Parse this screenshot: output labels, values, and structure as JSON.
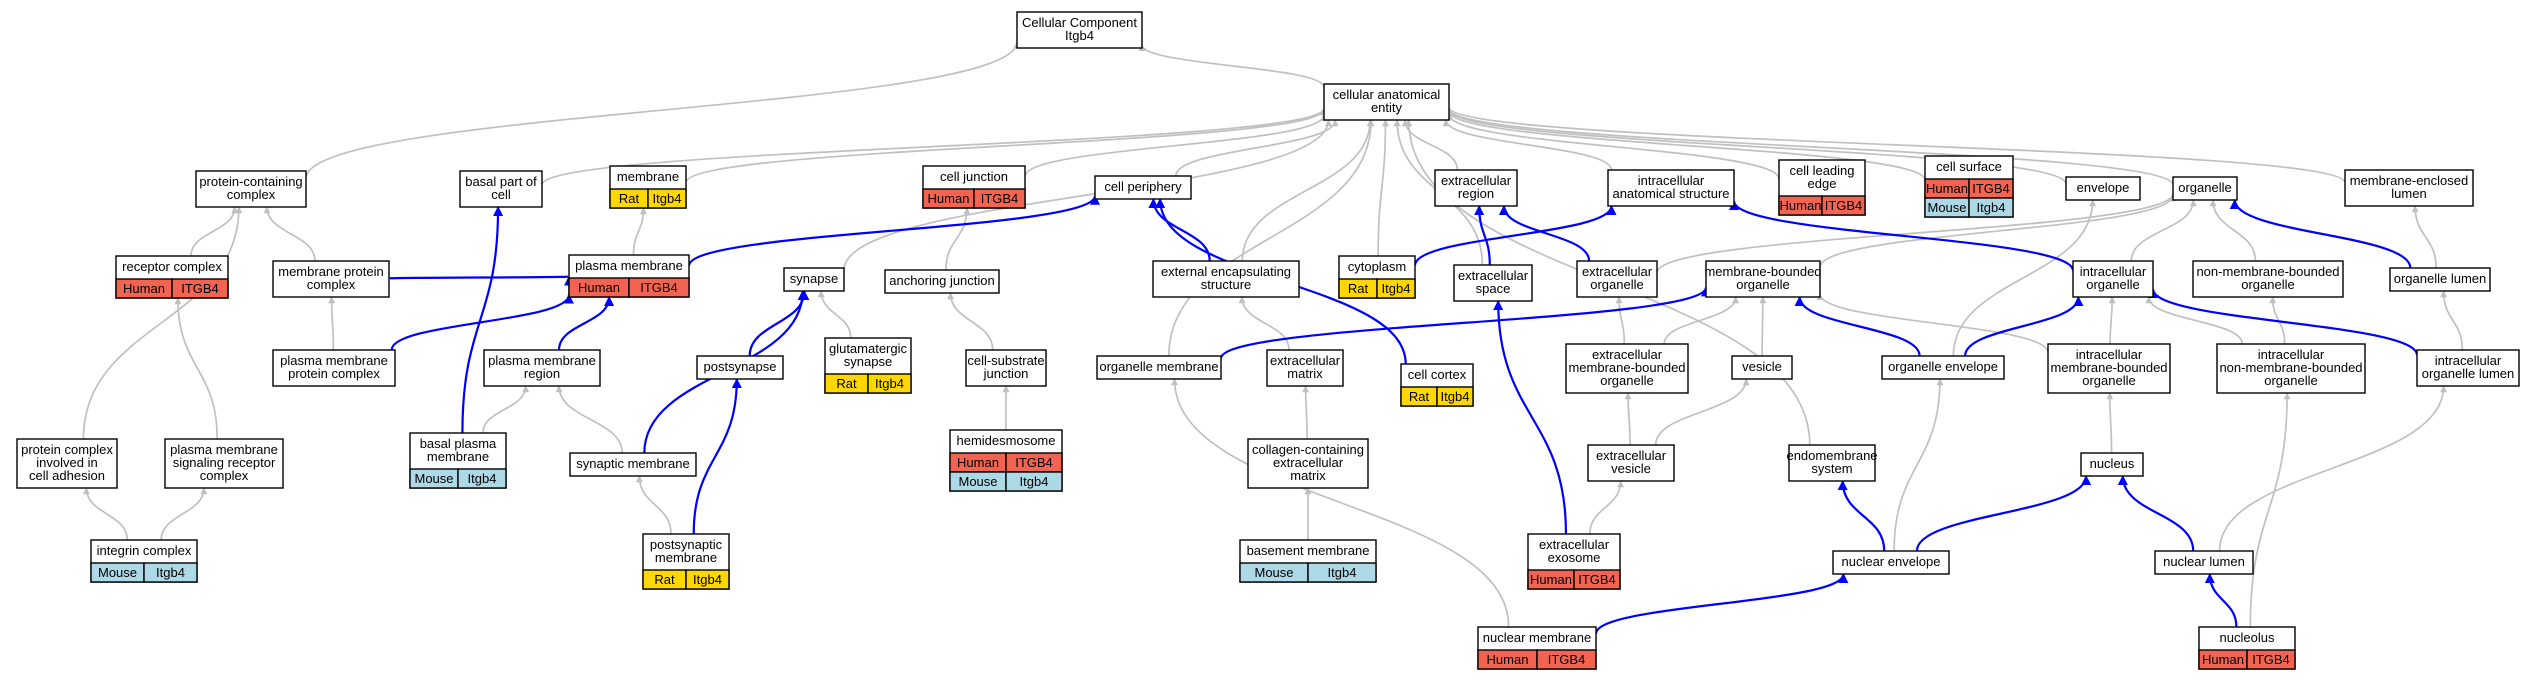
{
  "colors": {
    "Human": "#f26451",
    "Rat": "#ffd700",
    "Mouse": "#add8e6",
    "edge_gray": "#c0c0c0",
    "edge_blue": "#0000ff"
  },
  "nodes": [
    {
      "id": "root",
      "lines": [
        "Cellular Component",
        "Itgb4"
      ],
      "species": []
    },
    {
      "id": "cae",
      "lines": [
        "cellular anatomical",
        "entity"
      ],
      "species": []
    },
    {
      "id": "pcc",
      "lines": [
        "protein-containing",
        "complex"
      ],
      "species": []
    },
    {
      "id": "bpc",
      "lines": [
        "basal part of",
        "cell"
      ],
      "species": []
    },
    {
      "id": "mem",
      "lines": [
        "membrane"
      ],
      "species": [
        {
          "s": "Rat",
          "g": "Itgb4"
        }
      ]
    },
    {
      "id": "cj",
      "lines": [
        "cell junction"
      ],
      "species": [
        {
          "s": "Human",
          "g": "ITGB4"
        }
      ]
    },
    {
      "id": "cp",
      "lines": [
        "cell periphery"
      ],
      "species": []
    },
    {
      "id": "er",
      "lines": [
        "extracellular",
        "region"
      ],
      "species": []
    },
    {
      "id": "ias",
      "lines": [
        "intracellular",
        "anatomical structure"
      ],
      "species": []
    },
    {
      "id": "cle",
      "lines": [
        "cell leading",
        "edge"
      ],
      "species": [
        {
          "s": "Human",
          "g": "ITGB4"
        }
      ]
    },
    {
      "id": "cs",
      "lines": [
        "cell surface"
      ],
      "species": [
        {
          "s": "Human",
          "g": "ITGB4"
        },
        {
          "s": "Mouse",
          "g": "Itgb4"
        }
      ]
    },
    {
      "id": "env",
      "lines": [
        "envelope"
      ],
      "species": []
    },
    {
      "id": "org",
      "lines": [
        "organelle"
      ],
      "species": []
    },
    {
      "id": "mel",
      "lines": [
        "membrane-enclosed",
        "lumen"
      ],
      "species": []
    },
    {
      "id": "rc",
      "lines": [
        "receptor complex"
      ],
      "species": [
        {
          "s": "Human",
          "g": "ITGB4"
        }
      ]
    },
    {
      "id": "mpc",
      "lines": [
        "membrane protein",
        "complex"
      ],
      "species": []
    },
    {
      "id": "pm",
      "lines": [
        "plasma membrane"
      ],
      "species": [
        {
          "s": "Human",
          "g": "ITGB4"
        }
      ]
    },
    {
      "id": "syn",
      "lines": [
        "synapse"
      ],
      "species": []
    },
    {
      "id": "aj",
      "lines": [
        "anchoring junction"
      ],
      "species": []
    },
    {
      "id": "ees",
      "lines": [
        "external encapsulating",
        "structure"
      ],
      "species": []
    },
    {
      "id": "cyt",
      "lines": [
        "cytoplasm"
      ],
      "species": [
        {
          "s": "Rat",
          "g": "Itgb4"
        }
      ]
    },
    {
      "id": "es",
      "lines": [
        "extracellular",
        "space"
      ],
      "species": []
    },
    {
      "id": "eo",
      "lines": [
        "extracellular",
        "organelle"
      ],
      "species": []
    },
    {
      "id": "mbo",
      "lines": [
        "membrane-bounded",
        "organelle"
      ],
      "species": []
    },
    {
      "id": "io",
      "lines": [
        "intracellular",
        "organelle"
      ],
      "species": []
    },
    {
      "id": "nmbo",
      "lines": [
        "non-membrane-bounded",
        "organelle"
      ],
      "species": []
    },
    {
      "id": "ol",
      "lines": [
        "organelle lumen"
      ],
      "species": []
    },
    {
      "id": "pmpc",
      "lines": [
        "plasma membrane",
        "protein complex"
      ],
      "species": []
    },
    {
      "id": "pmr",
      "lines": [
        "plasma membrane",
        "region"
      ],
      "species": []
    },
    {
      "id": "ps",
      "lines": [
        "postsynapse"
      ],
      "species": []
    },
    {
      "id": "gs",
      "lines": [
        "glutamatergic",
        "synapse"
      ],
      "species": [
        {
          "s": "Rat",
          "g": "Itgb4"
        }
      ]
    },
    {
      "id": "csj",
      "lines": [
        "cell-substrate",
        "junction"
      ],
      "species": []
    },
    {
      "id": "om",
      "lines": [
        "organelle membrane"
      ],
      "species": []
    },
    {
      "id": "ecm",
      "lines": [
        "extracellular",
        "matrix"
      ],
      "species": []
    },
    {
      "id": "cc",
      "lines": [
        "cell cortex"
      ],
      "species": [
        {
          "s": "Rat",
          "g": "Itgb4"
        }
      ]
    },
    {
      "id": "embo",
      "lines": [
        "extracellular",
        "membrane-bounded",
        "organelle"
      ],
      "species": []
    },
    {
      "id": "ves",
      "lines": [
        "vesicle"
      ],
      "species": []
    },
    {
      "id": "oe",
      "lines": [
        "organelle envelope"
      ],
      "species": []
    },
    {
      "id": "imbo",
      "lines": [
        "intracellular",
        "membrane-bounded",
        "organelle"
      ],
      "species": []
    },
    {
      "id": "inmbo",
      "lines": [
        "intracellular",
        "non-membrane-bounded",
        "organelle"
      ],
      "species": []
    },
    {
      "id": "iol",
      "lines": [
        "intracellular",
        "organelle lumen"
      ],
      "species": []
    },
    {
      "id": "pcica",
      "lines": [
        "protein complex",
        "involved in",
        "cell adhesion"
      ],
      "species": []
    },
    {
      "id": "pmsrc",
      "lines": [
        "plasma membrane",
        "signaling receptor",
        "complex"
      ],
      "species": []
    },
    {
      "id": "bpm",
      "lines": [
        "basal plasma",
        "membrane"
      ],
      "species": [
        {
          "s": "Mouse",
          "g": "Itgb4"
        }
      ]
    },
    {
      "id": "sm",
      "lines": [
        "synaptic membrane"
      ],
      "species": []
    },
    {
      "id": "hd",
      "lines": [
        "hemidesmosome"
      ],
      "species": [
        {
          "s": "Human",
          "g": "ITGB4"
        },
        {
          "s": "Mouse",
          "g": "Itgb4"
        }
      ]
    },
    {
      "id": "cem",
      "lines": [
        "collagen-containing",
        "extracellular",
        "matrix"
      ],
      "species": []
    },
    {
      "id": "ev",
      "lines": [
        "extracellular",
        "vesicle"
      ],
      "species": []
    },
    {
      "id": "ems",
      "lines": [
        "endomembrane",
        "system"
      ],
      "species": []
    },
    {
      "id": "nuc",
      "lines": [
        "nucleus"
      ],
      "species": []
    },
    {
      "id": "ic",
      "lines": [
        "integrin complex"
      ],
      "species": [
        {
          "s": "Mouse",
          "g": "Itgb4"
        }
      ]
    },
    {
      "id": "psm",
      "lines": [
        "postsynaptic",
        "membrane"
      ],
      "species": [
        {
          "s": "Rat",
          "g": "Itgb4"
        }
      ]
    },
    {
      "id": "bm",
      "lines": [
        "basement membrane"
      ],
      "species": [
        {
          "s": "Mouse",
          "g": "Itgb4"
        }
      ]
    },
    {
      "id": "exo",
      "lines": [
        "extracellular",
        "exosome"
      ],
      "species": [
        {
          "s": "Human",
          "g": "ITGB4"
        }
      ]
    },
    {
      "id": "ne",
      "lines": [
        "nuclear envelope"
      ],
      "species": []
    },
    {
      "id": "nl",
      "lines": [
        "nuclear lumen"
      ],
      "species": []
    },
    {
      "id": "nm",
      "lines": [
        "nuclear membrane"
      ],
      "species": [
        {
          "s": "Human",
          "g": "ITGB4"
        }
      ]
    },
    {
      "id": "nucl",
      "lines": [
        "nucleolus"
      ],
      "species": [
        {
          "s": "Human",
          "g": "ITGB4"
        }
      ]
    }
  ],
  "edges": [
    [
      "cae",
      "root",
      "gray"
    ],
    [
      "pcc",
      "root",
      "gray"
    ],
    [
      "bpc",
      "cae",
      "gray"
    ],
    [
      "mem",
      "cae",
      "gray"
    ],
    [
      "cj",
      "cae",
      "gray"
    ],
    [
      "cp",
      "cae",
      "gray"
    ],
    [
      "er",
      "cae",
      "gray"
    ],
    [
      "ias",
      "cae",
      "gray"
    ],
    [
      "cle",
      "cae",
      "gray"
    ],
    [
      "cs",
      "cae",
      "gray"
    ],
    [
      "env",
      "cae",
      "gray"
    ],
    [
      "org",
      "cae",
      "gray"
    ],
    [
      "mel",
      "cae",
      "gray"
    ],
    [
      "ees",
      "cae",
      "gray"
    ],
    [
      "cyt",
      "cae",
      "gray"
    ],
    [
      "es",
      "cae",
      "gray"
    ],
    [
      "syn",
      "cae",
      "gray"
    ],
    [
      "om",
      "cae",
      "gray"
    ],
    [
      "ems",
      "cae",
      "gray"
    ],
    [
      "rc",
      "pcc",
      "gray"
    ],
    [
      "mpc",
      "pcc",
      "gray"
    ],
    [
      "pcica",
      "pcc",
      "gray"
    ],
    [
      "pm",
      "mem",
      "gray"
    ],
    [
      "pmpc",
      "mpc",
      "gray"
    ],
    [
      "pmsrc",
      "rc",
      "gray"
    ],
    [
      "ic",
      "pcica",
      "gray"
    ],
    [
      "ic",
      "pmsrc",
      "gray"
    ],
    [
      "bpm",
      "pmr",
      "gray"
    ],
    [
      "sm",
      "pmr",
      "gray"
    ],
    [
      "psm",
      "sm",
      "gray"
    ],
    [
      "aj",
      "cj",
      "gray"
    ],
    [
      "csj",
      "aj",
      "gray"
    ],
    [
      "hd",
      "csj",
      "gray"
    ],
    [
      "gs",
      "syn",
      "gray"
    ],
    [
      "ecm",
      "ees",
      "gray"
    ],
    [
      "cem",
      "ecm",
      "gray"
    ],
    [
      "bm",
      "cem",
      "gray"
    ],
    [
      "eo",
      "org",
      "gray"
    ],
    [
      "mbo",
      "org",
      "gray"
    ],
    [
      "nmbo",
      "org",
      "gray"
    ],
    [
      "io",
      "org",
      "gray"
    ],
    [
      "ol",
      "mel",
      "gray"
    ],
    [
      "iol",
      "ol",
      "gray"
    ],
    [
      "embo",
      "eo",
      "gray"
    ],
    [
      "embo",
      "mbo",
      "gray"
    ],
    [
      "ves",
      "mbo",
      "gray"
    ],
    [
      "imbo",
      "mbo",
      "gray"
    ],
    [
      "imbo",
      "io",
      "gray"
    ],
    [
      "inmbo",
      "io",
      "gray"
    ],
    [
      "inmbo",
      "nmbo",
      "gray"
    ],
    [
      "ev",
      "embo",
      "gray"
    ],
    [
      "ev",
      "ves",
      "gray"
    ],
    [
      "exo",
      "ev",
      "gray"
    ],
    [
      "nuc",
      "imbo",
      "gray"
    ],
    [
      "nucl",
      "inmbo",
      "gray"
    ],
    [
      "nl",
      "iol",
      "gray"
    ],
    [
      "oe",
      "env",
      "gray"
    ],
    [
      "nm",
      "om",
      "gray"
    ],
    [
      "ne",
      "oe",
      "gray"
    ],
    [
      "mpc",
      "pm",
      "blue"
    ],
    [
      "pmpc",
      "pm",
      "blue"
    ],
    [
      "pmr",
      "pm",
      "blue"
    ],
    [
      "pm",
      "cp",
      "blue"
    ],
    [
      "ees",
      "cp",
      "blue"
    ],
    [
      "cc",
      "cp",
      "blue"
    ],
    [
      "bpm",
      "bpc",
      "blue"
    ],
    [
      "sm",
      "syn",
      "blue"
    ],
    [
      "ps",
      "syn",
      "blue"
    ],
    [
      "psm",
      "ps",
      "blue"
    ],
    [
      "es",
      "er",
      "blue"
    ],
    [
      "eo",
      "er",
      "blue"
    ],
    [
      "cyt",
      "ias",
      "blue"
    ],
    [
      "io",
      "ias",
      "blue"
    ],
    [
      "om",
      "mbo",
      "blue"
    ],
    [
      "oe",
      "mbo",
      "blue"
    ],
    [
      "oe",
      "io",
      "blue"
    ],
    [
      "iol",
      "io",
      "blue"
    ],
    [
      "ol",
      "org",
      "blue"
    ],
    [
      "exo",
      "es",
      "blue"
    ],
    [
      "ne",
      "ems",
      "blue"
    ],
    [
      "ne",
      "nuc",
      "blue"
    ],
    [
      "nl",
      "nuc",
      "blue"
    ],
    [
      "nucl",
      "nl",
      "blue"
    ],
    [
      "nm",
      "ne",
      "blue"
    ]
  ]
}
